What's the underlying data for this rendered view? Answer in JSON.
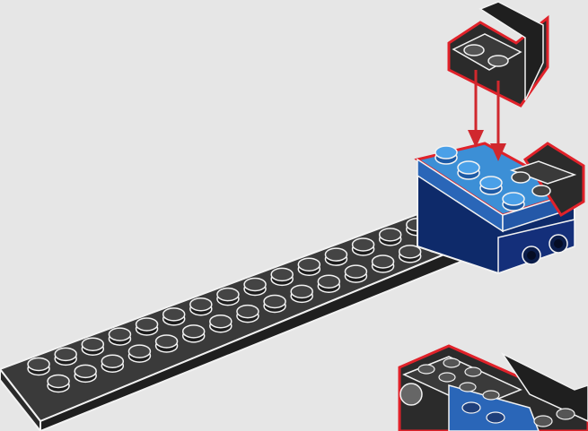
{
  "scene": {
    "kind": "lego-instruction-step",
    "background": "#e6e6e6",
    "colors": {
      "black_brick": "#2b2b2b",
      "black_brick_top": "#3a3a3a",
      "blue_top": "#3c8fd6",
      "blue_side": "#2a66b8",
      "dark_blue": "#0e2a6a",
      "highlight": "#e0222a",
      "arrow": "#d0282e",
      "outline": "#f2f2f2"
    },
    "parts": [
      {
        "name": "angle-bracket-1x2-2x2",
        "color": "black",
        "state": "incoming"
      },
      {
        "name": "long-plate-2x16",
        "color": "black",
        "state": "placed"
      },
      {
        "name": "plate-2x4",
        "color": "blue",
        "state": "placed"
      },
      {
        "name": "brick-with-side-studs",
        "color": "dark-blue",
        "state": "placed"
      },
      {
        "name": "preview-assembly",
        "color": "mixed",
        "state": "partial"
      }
    ],
    "arrows": 2
  }
}
